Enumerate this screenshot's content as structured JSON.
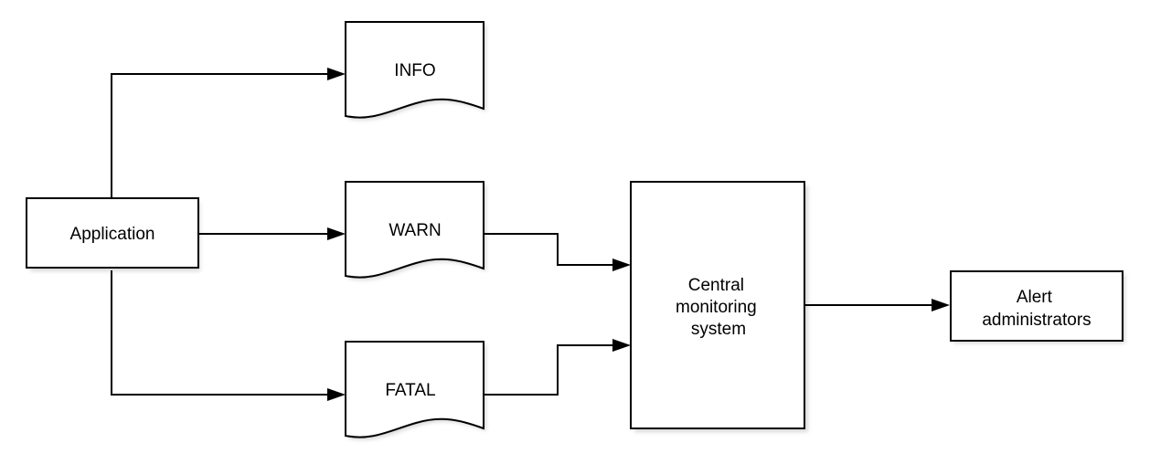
{
  "diagram": {
    "nodes": {
      "application": "Application",
      "info": "INFO",
      "warn": "WARN",
      "fatal": "FATAL",
      "central": [
        "Central",
        "monitoring",
        "system"
      ],
      "alert": [
        "Alert",
        "administrators"
      ]
    },
    "colors": {
      "stroke": "#000000",
      "fill": "#ffffff",
      "shadow": "#d9d9d9"
    }
  }
}
